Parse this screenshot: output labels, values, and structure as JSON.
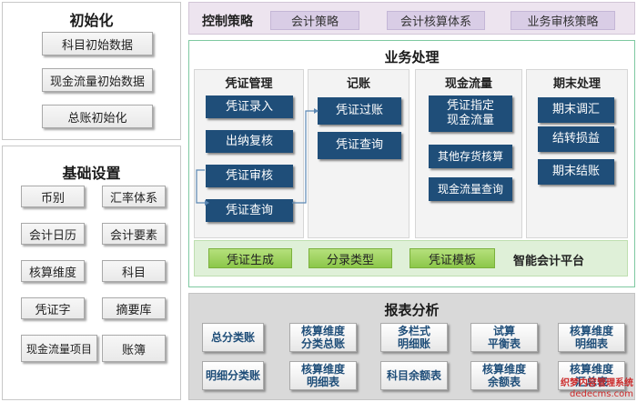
{
  "init": {
    "title": "初始化",
    "items": [
      "科目初始数据",
      "现金流量初始数据",
      "总账初始化"
    ]
  },
  "basic": {
    "title": "基础设置",
    "items": [
      "币别",
      "汇率体系",
      "会计日历",
      "会计要素",
      "核算维度",
      "科目",
      "凭证字",
      "摘要库",
      "现金流量项目",
      "账簿"
    ]
  },
  "control": {
    "title": "控制策略",
    "items": [
      "会计策略",
      "会计核算体系",
      "业务审核策略"
    ]
  },
  "business": {
    "title": "业务处理",
    "voucher": {
      "title": "凭证管理",
      "items": [
        "凭证录入",
        "出纳复核",
        "凭证审核",
        "凭证查询"
      ]
    },
    "ledger": {
      "title": "记账",
      "items": [
        "凭证过账",
        "凭证查询"
      ]
    },
    "cash": {
      "title": "现金流量",
      "items": [
        "凭证指定\n现金流量",
        "其他存货核算",
        "现金流量查询"
      ]
    },
    "period": {
      "title": "期末处理",
      "items": [
        "期末调汇",
        "结转损益",
        "期末结账"
      ]
    },
    "platform": {
      "title": "智能会计平台",
      "items": [
        "凭证生成",
        "分录类型",
        "凭证模板"
      ]
    }
  },
  "reports": {
    "title": "报表分析",
    "items": [
      "总分类账",
      "核算维度\n分类总账",
      "多栏式\n明细账",
      "试算\n平衡表",
      "核算维度\n明细表",
      "明细分类账",
      "核算维度\n明细表",
      "科目余额表",
      "核算维度\n余额表",
      "核算维度\n汇总表"
    ]
  },
  "watermark": {
    "line1": "织梦内容管理系统",
    "line2": "dedecms.com"
  },
  "colors": {
    "navy": "#1f4e79",
    "green_border": "#7fc9a1",
    "lavender": "#d9cde6",
    "lime": "#8cc74a",
    "gray": "#d9d9d9"
  }
}
